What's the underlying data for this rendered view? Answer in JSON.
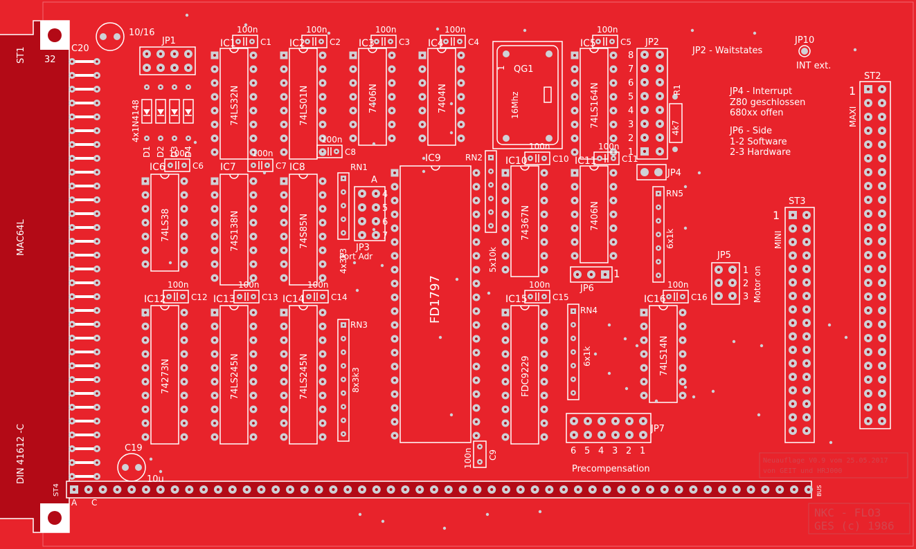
{
  "board": {
    "bg": "#e8232b",
    "silk": "#ffffff",
    "pad": "#cfd1d6"
  },
  "connector": {
    "name": "ST1",
    "type": "MAC64L",
    "din": "DIN 41612 -C",
    "c_label": "C20",
    "pin32": "32",
    "bus": "ST4",
    "bus_a": "A",
    "bus_c": "C",
    "bus_label": "BUS"
  },
  "cap_top": {
    "value": "10/16"
  },
  "jp1": {
    "name": "JP1"
  },
  "diodes": {
    "value": "4x1N4148",
    "labels": [
      "D1",
      "D2",
      "D3",
      "D4"
    ]
  },
  "chips": [
    {
      "id": "IC1",
      "type": "74LS32N",
      "cap": "C1",
      "val": "100n"
    },
    {
      "id": "IC2",
      "type": "74LS01N",
      "cap": "C2",
      "val": "100n"
    },
    {
      "id": "IC3",
      "type": "7406N",
      "cap": "C3",
      "val": "100n"
    },
    {
      "id": "IC4",
      "type": "7404N",
      "cap": "C4",
      "val": "100n"
    },
    {
      "id": "IC5",
      "type": "74LS164N",
      "cap": "C5",
      "val": "100n"
    },
    {
      "id": "IC6",
      "type": "74LS38",
      "cap": "C6",
      "val": "100n"
    },
    {
      "id": "IC7",
      "type": "74S138N",
      "cap": "C7",
      "val": "100n"
    },
    {
      "id": "IC8",
      "type": "74S85N",
      "cap": "C8",
      "val": "100n"
    },
    {
      "id": "IC9",
      "type": "FD1797",
      "cap": "C9",
      "val": "100n"
    },
    {
      "id": "IC10",
      "type": "74367N",
      "cap": "C10",
      "val": "100n"
    },
    {
      "id": "IC11",
      "type": "7406N",
      "cap": "C11",
      "val": "100n"
    },
    {
      "id": "IC12",
      "type": "74273N",
      "cap": "C12",
      "val": "100n"
    },
    {
      "id": "IC13",
      "type": "74LS245N",
      "cap": "C13",
      "val": "100n"
    },
    {
      "id": "IC14",
      "type": "74LS245N",
      "cap": "C14",
      "val": "100n"
    },
    {
      "id": "IC15",
      "type": "FDC9229",
      "cap": "C15",
      "val": "100n"
    },
    {
      "id": "IC16",
      "type": "74LS14N",
      "cap": "C16",
      "val": "100n"
    }
  ],
  "crystal": {
    "name": "QG1",
    "freq": "16Mhz",
    "pin": "1"
  },
  "jp2": {
    "name": "JP2",
    "pins": [
      "8",
      "7",
      "6",
      "5",
      "4",
      "3",
      "2",
      "1"
    ]
  },
  "r1": {
    "name": "R1",
    "value": "4k7"
  },
  "notes": {
    "jp2": "JP2 - Waitstates",
    "jp10": "JP10",
    "int": "INT ext.",
    "jp4_title": "JP4 - Interrupt",
    "jp4_l1": "Z80 geschlossen",
    "jp4_l2": "680xx offen",
    "jp6_title": "JP6 - Side",
    "jp6_l1": "1-2 Software",
    "jp6_l2": "2-3 Hardware"
  },
  "st2": {
    "name": "ST2",
    "label": "MAXI",
    "pin": "1"
  },
  "st3": {
    "name": "ST3",
    "label": "MINI",
    "pin": "1"
  },
  "jp4": {
    "name": "JP4"
  },
  "rn1": {
    "name": "RN1",
    "value": "4x3k3"
  },
  "rn2": {
    "name": "RN2",
    "value": "5x10k"
  },
  "rn3": {
    "name": "RN3",
    "value": "8x3k3"
  },
  "rn4": {
    "name": "RN4",
    "value": "6x1k"
  },
  "rn5": {
    "name": "RN5",
    "value": "6x1k"
  },
  "jp3": {
    "name": "JP3",
    "desc": "Port Adr",
    "col": "A",
    "pins": [
      "4",
      "5",
      "6",
      "7"
    ]
  },
  "jp5": {
    "name": "JP5",
    "desc": "Motor on",
    "pins": [
      "1",
      "2",
      "3"
    ]
  },
  "jp6": {
    "name": "JP6",
    "pin": "1"
  },
  "jp7": {
    "name": "JP7",
    "pins": [
      "6",
      "5",
      "4",
      "3",
      "2",
      "1"
    ],
    "desc": "Precompensation"
  },
  "c19": {
    "name": "C19",
    "value": "10u"
  },
  "ghost": {
    "line1": "Neuauflage V0.9 vom 25.05.2017",
    "line2": "von GEIT und HRJ000",
    "title1": "NKC - FLO3",
    "title2": "GES (c) 1986"
  }
}
